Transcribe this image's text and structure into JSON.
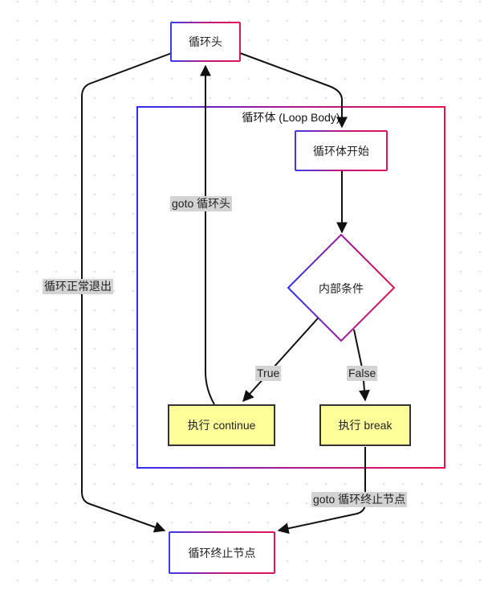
{
  "nodes": {
    "loop_head": "循环头",
    "body_start": "循环体开始",
    "inner_condition": "内部条件",
    "exec_continue": "执行 continue",
    "exec_break": "执行 break",
    "loop_end": "循环终止节点"
  },
  "group": {
    "title": "循环体 (Loop Body)"
  },
  "edge_labels": {
    "normal_exit": "循环正常退出",
    "goto_head": "goto 循环头",
    "true_label": "True",
    "false_label": "False",
    "goto_end": "goto 循环终止节点"
  },
  "colors": {
    "gradient_start": "#3a3af0",
    "gradient_end": "#e0155a",
    "action_fill": "#ffff99",
    "label_bg": "#d3d3d3"
  }
}
